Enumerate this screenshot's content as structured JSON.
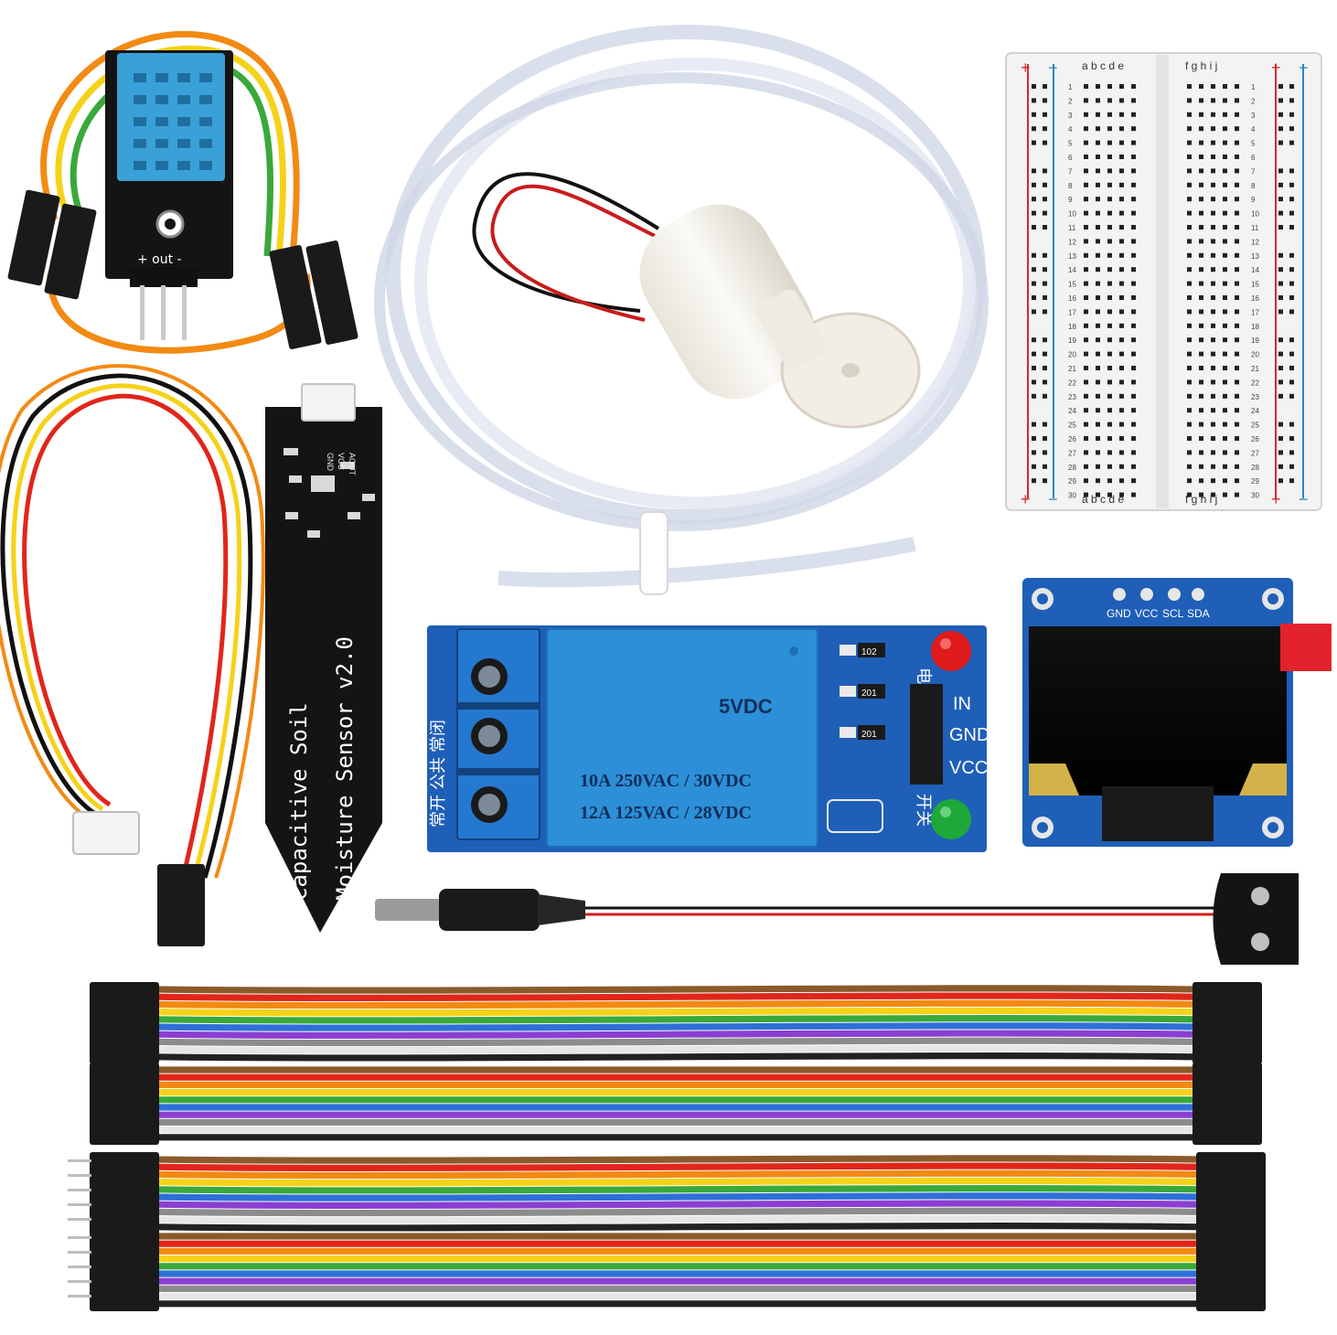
{
  "colors": {
    "pcb_black": "#141414",
    "pcb_blue": "#1f5fb8",
    "relay_blue": "#2d8fd8",
    "dht_blue": "#3aa0d8",
    "breadboard": "#f3f3f3",
    "tube": "#dfe6f2",
    "pump": "#f4f1ea",
    "led_red": "#e01b1b",
    "led_green": "#1fa83a"
  },
  "dht_module": {
    "pin_label": "+ out -"
  },
  "soil_sensor": {
    "line1": "Capacitive  Soil",
    "line2": "Moisture Sensor  v2.0",
    "pin_labels": [
      "GND",
      "VCC",
      "AOUT"
    ]
  },
  "relay_module": {
    "rating_voltage": "5VDC",
    "rating_line1": "10A  250VAC / 30VDC",
    "rating_line2": "12A  125VAC / 28VDC",
    "pins": [
      "IN",
      "GND",
      "VCC"
    ],
    "chip_labels": [
      "102",
      "201",
      "201"
    ],
    "cn_labels": [
      "电源",
      "开关"
    ],
    "cn_side": "常开 公共 常闭"
  },
  "oled_module": {
    "pins": [
      "GND",
      "VCC",
      "SCL",
      "SDA"
    ]
  },
  "breadboard": {
    "cols_left": "a b c d e",
    "cols_right": "f g h i j",
    "rows": 30,
    "plus": "+",
    "minus": "−"
  },
  "jumper_wires": {
    "palette": [
      "#8a5a2b",
      "#e0261b",
      "#f28a13",
      "#f5d21a",
      "#3aa83a",
      "#2f6fd8",
      "#8b3fd1",
      "#8c8c8c",
      "#f2f2f2",
      "#222222"
    ]
  }
}
